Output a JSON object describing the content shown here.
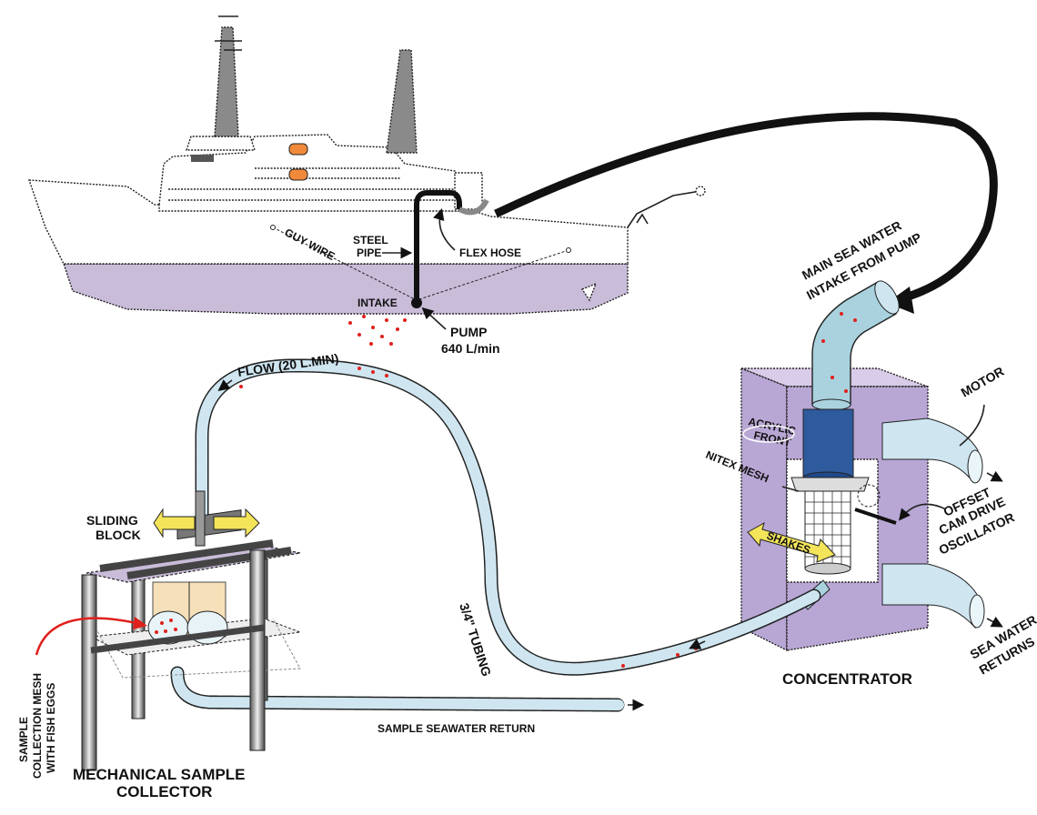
{
  "colors": {
    "hull": "#c9bcd9",
    "water": "#cfe6f1",
    "concentrator": "#b8a6d4",
    "mast": "#8a8a8a",
    "egg": "#e0201c",
    "arrow": "#f3e45a",
    "steel_pipe": "#111111"
  },
  "ship": {
    "guy_wire": "GUY WIRE",
    "steel_pipe": [
      "STEEL",
      "PIPE"
    ],
    "flex_hose": "FLEX HOSE",
    "intake": "INTAKE",
    "pump": [
      "PUMP",
      "640 L/min"
    ]
  },
  "concentrator": {
    "main_intake": [
      "MAIN SEA WATER",
      "INTAKE FROM PUMP"
    ],
    "motor": "MOTOR",
    "acrylic_front": [
      "ACRYLIC",
      "FRONT"
    ],
    "nitex_mesh": "NITEX MESH",
    "offset_cam": [
      "OFFSET",
      "CAM DRIVE",
      "OSCILLATOR"
    ],
    "shakes": "SHAKES",
    "sea_water_returns": [
      "SEA WATER",
      "RETURNS"
    ],
    "title": "CONCENTRATOR"
  },
  "tubing": {
    "flow": "FLOW  (20 L.MIN)",
    "tubing_label": "3/4\" TUBING",
    "return_label": "SAMPLE  SEAWATER  RETURN"
  },
  "collector": {
    "sliding_block": [
      "SLIDING",
      "BLOCK"
    ],
    "mesh_label": [
      "SAMPLE",
      "COLLECTION MESH",
      "WITH FISH EGGS"
    ],
    "title": [
      "MECHANICAL SAMPLE",
      "COLLECTOR"
    ]
  }
}
